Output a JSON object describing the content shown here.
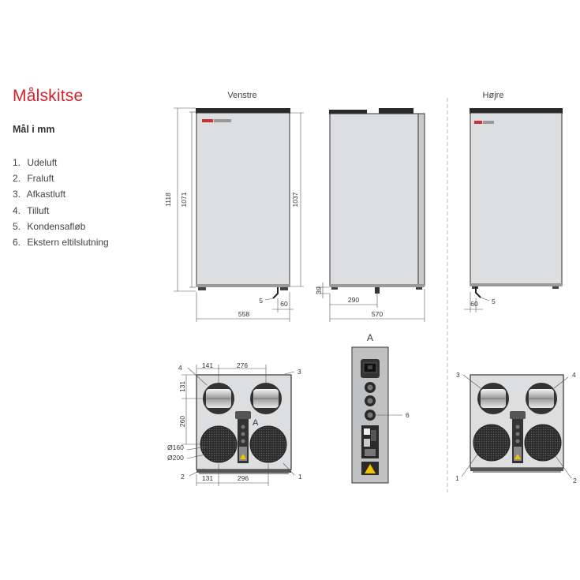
{
  "header": {
    "title": "Målskitse",
    "subtitle": "Mål i mm"
  },
  "legend": [
    {
      "num": "1.",
      "label": "Udeluft"
    },
    {
      "num": "2.",
      "label": "Fraluft"
    },
    {
      "num": "3.",
      "label": "Afkastluft"
    },
    {
      "num": "4.",
      "label": "Tilluft"
    },
    {
      "num": "5.",
      "label": "Kondensafløb"
    },
    {
      "num": "6.",
      "label": "Ekstern eltilslutning"
    }
  ],
  "views": {
    "left": "Venstre",
    "right": "Højre",
    "detail": "A"
  },
  "dimensions": {
    "total_height": "1118",
    "body_height": "1071",
    "side_height": "1037",
    "feet_height": "39",
    "width": "558",
    "depth": "570",
    "drain_offset_side": "290",
    "drain_offset": "60",
    "top_spacing": "141",
    "top_distance": "276",
    "top_height": "131",
    "vertical_spacing": "260",
    "bottom_offset": "131",
    "bottom_distance": "296",
    "diameter_inner": "Ø160",
    "diameter_outer": "Ø200"
  },
  "callouts": {
    "n1": "1",
    "n2": "2",
    "n3": "3",
    "n4": "4",
    "n5": "5",
    "n6": "6",
    "detail_ref": "A"
  },
  "colors": {
    "accent": "#d42027",
    "panel": "#dcdee0",
    "frame": "#2a2a2a",
    "line": "#555555"
  }
}
